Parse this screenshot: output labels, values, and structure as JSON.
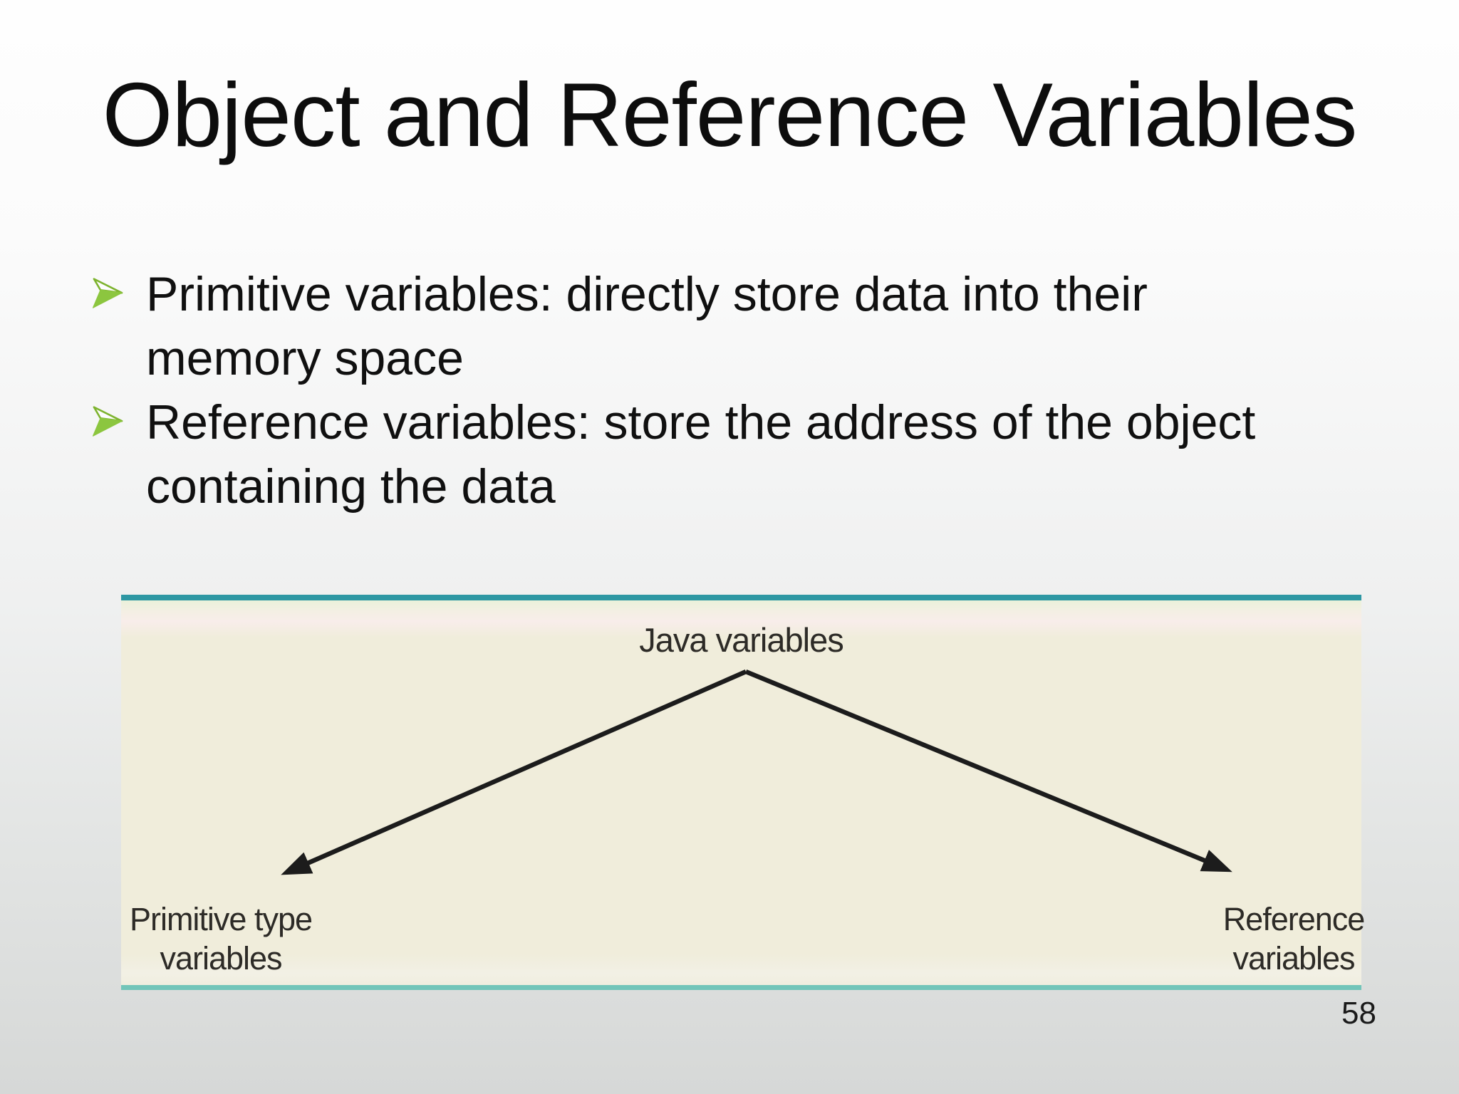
{
  "slide": {
    "title": "Object and Reference Variables",
    "page_number": "58"
  },
  "bullets": [
    {
      "lines": [
        "Primitive variables: directly store data into their",
        "memory space"
      ]
    },
    {
      "lines": [
        "Reference variables: store the address of the object",
        "containing the data"
      ]
    }
  ],
  "figure": {
    "root_label": "Java variables",
    "left_label": {
      "lines": [
        "Primitive type",
        "variables"
      ]
    },
    "right_label": {
      "lines": [
        "Reference",
        "variables"
      ]
    }
  },
  "colors": {
    "bullet_green": "#8cc63f",
    "bullet_green_stroke": "#7db32e",
    "figure_background": "#f0eddb",
    "figure_border_top": "#2d97a3",
    "figure_border_bottom": "#72c5b9",
    "arrow_color": "#1c1c1c"
  }
}
